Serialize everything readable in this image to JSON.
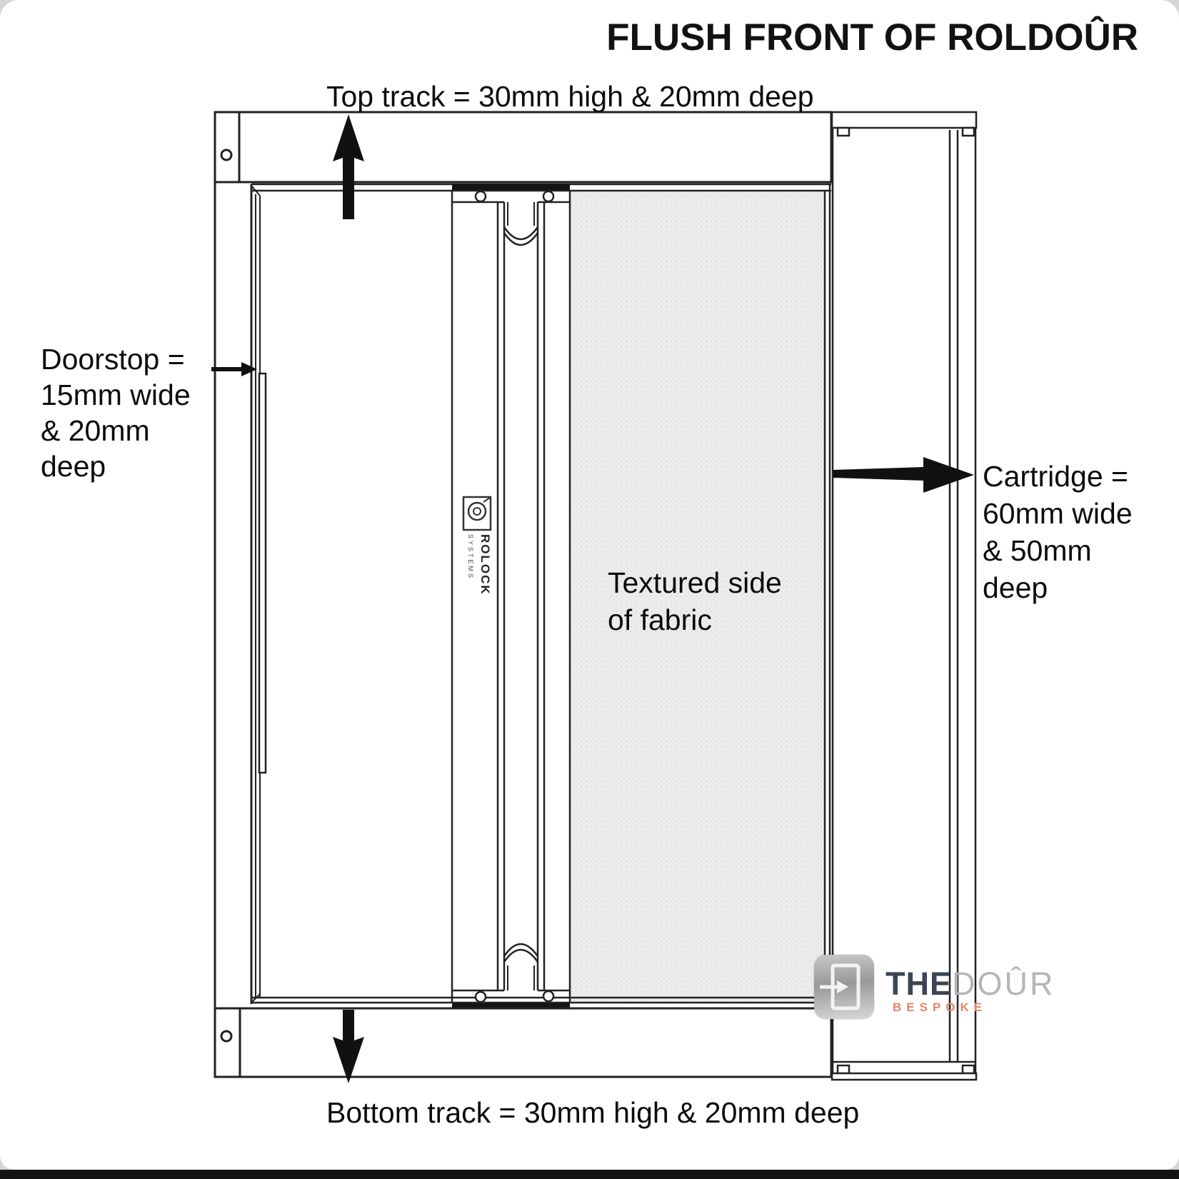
{
  "title": "FLUSH FRONT OF ROLDOÛR",
  "annotations": {
    "top_track": "Top track = 30mm high & 20mm deep",
    "bottom_track": "Bottom track = 30mm high & 20mm deep",
    "doorstop": "Doorstop =\n15mm wide\n& 20mm\ndeep",
    "cartridge": "Cartridge =\n60mm wide\n& 50mm\ndeep",
    "fabric": "Textured side\nof fabric"
  },
  "diagram": {
    "lock_brand": "ROLOCK",
    "lock_brand_sub": "SYSTEMS",
    "line_color": "#222222",
    "arrow_color": "#111111",
    "fabric_color": "#ebecec"
  },
  "brand": {
    "name_bold": "THE",
    "name_light": "DOÛR",
    "tagline": "BESPOKE",
    "color_bold": "#3b4653",
    "color_light": "#b3b6b9",
    "color_tagline": "#e0886c"
  }
}
